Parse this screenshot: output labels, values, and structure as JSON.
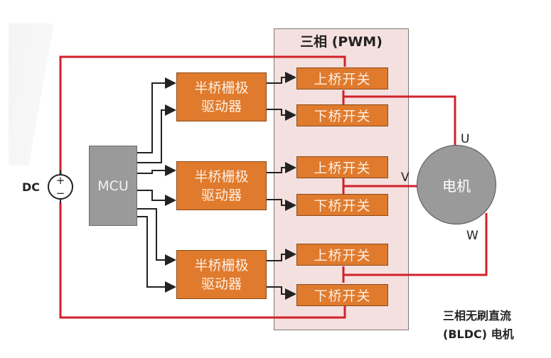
{
  "diagram": {
    "title": "三相无刷直流 (BLDC) 电机",
    "caption_line1": "三相无刷直流",
    "caption_line2": "(BLDC) 电机",
    "pwm_group_title": "三相 (PWM)",
    "dc_source_label": "DC",
    "dc_plus": "+",
    "dc_minus": "−",
    "mcu_label": "MCU",
    "motor_label": "电机",
    "phase_labels": {
      "u": "U",
      "v": "V",
      "w": "W"
    },
    "drivers": [
      {
        "line1": "半桥栅极",
        "line2": "驱动器"
      },
      {
        "line1": "半桥栅极",
        "line2": "驱动器"
      },
      {
        "line1": "半桥栅极",
        "line2": "驱动器"
      }
    ],
    "switches": [
      {
        "high": "上桥开关",
        "low": "下桥开关",
        "phase": "U"
      },
      {
        "high": "上桥开关",
        "low": "下桥开关",
        "phase": "V"
      },
      {
        "high": "上桥开关",
        "low": "下桥开关",
        "phase": "W"
      }
    ],
    "colors": {
      "power_wire": "#d0222a",
      "signal_wire": "#222222",
      "block_fill": "#e07a2c",
      "mcu_fill": "#9a9a9a",
      "pwm_region": "#f4e0df"
    }
  }
}
